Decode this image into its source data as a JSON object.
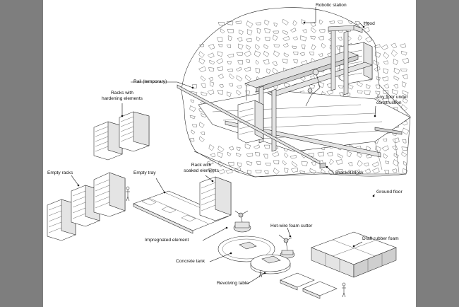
{
  "colors": {
    "background": "#7e7e7e",
    "paper": "#ffffff",
    "ink": "#111111",
    "shade": "#cfcfcf"
  },
  "labels": {
    "robotic_station": "Robotic station",
    "hood": "Hood",
    "rail_temporary": "Rail (temporary)",
    "racks_hardening": [
      "Racks with",
      "hardening elements"
    ],
    "any_floor": [
      "Any floor under",
      "construction"
    ],
    "bracket_block": "Bracket block",
    "empty_racks": "Empty racks",
    "empty_tray": "Empty tray",
    "rack_soaked": [
      "Rack with",
      "soaked elements"
    ],
    "ground_floor": "Ground floor",
    "hot_wire": "Hot-wire foam cutter",
    "draft_rubber_foam": "Draft rubber foam",
    "impregnated_element": "Impregnated element",
    "concrete_tank": "Concrete tank",
    "revolving_table": "Revolving table"
  }
}
